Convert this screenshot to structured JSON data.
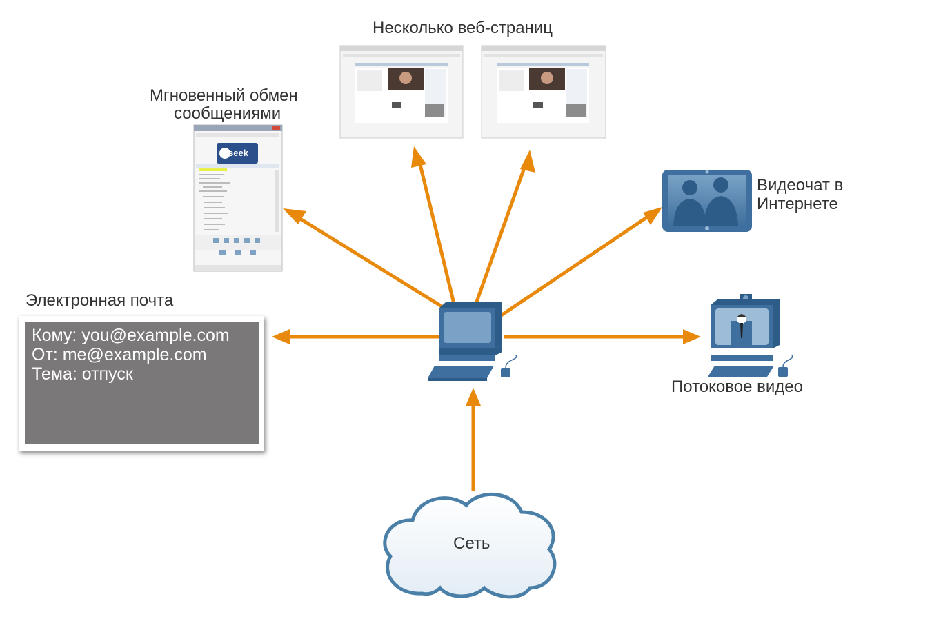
{
  "labels": {
    "web_pages": "Несколько веб-страниц",
    "im_line1": "Мгновенный обмен",
    "im_line2": "сообщениями",
    "videochat_line1": "Видеочат в",
    "videochat_line2": "Интернете",
    "email": "Электронная почта",
    "streaming": "Потоковое видео",
    "network": "Сеть"
  },
  "email": {
    "to": "Кому: you@example.com",
    "from": "От: me@example.com",
    "subject": "Тема: отпуск"
  },
  "im_window": {
    "logo_text": "seek"
  },
  "colors": {
    "arrow": "#e8890c",
    "device_blue": "#3f6f9e",
    "cloud_stroke": "#4a7fa8",
    "email_bg": "#7a7878"
  }
}
